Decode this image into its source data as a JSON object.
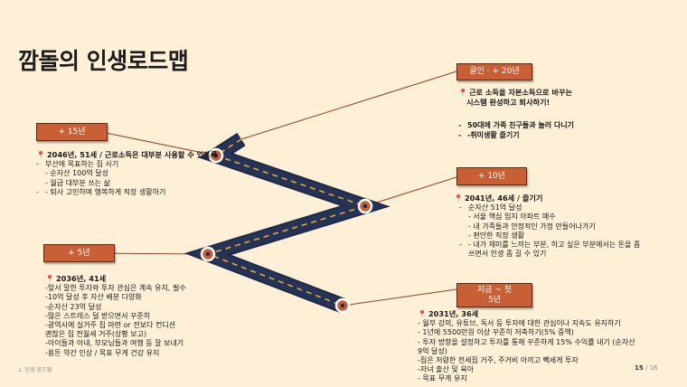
{
  "title": "깜돌의 인생로드맵",
  "colors": {
    "background": "#fdf0d6",
    "badge": "#c95f35",
    "road": "#1e2a4a",
    "road_dash": "#f0a52a",
    "connector": "#a13b27"
  },
  "badges": {
    "top_right": "골인 · + 20년",
    "left_top": "+ 15년",
    "right_mid": "+ 10년",
    "left_bottom": "+ 5년",
    "bottom_right_line1": "지금 ~ 첫",
    "bottom_right_line2": "5년"
  },
  "goal": {
    "head_line1": "근로 소득을 자본소득으로 바꾸는",
    "head_line2": "시스템 완성하고 퇴사하기!",
    "items": [
      "50대에 가족 친구들과 놀러 다니기",
      "-취미생활 즐기기"
    ]
  },
  "year15": {
    "head": "2046년, 51세 / 근로소득은 대부분 사용할 수 있도록",
    "items": [
      "부산에 목표하는 집 사기",
      "- 순자산 100억 달성",
      "- 월급 대부분 쓰는 삶",
      "- 퇴사 고민하며 행복하게 직장 생활하기"
    ]
  },
  "year10": {
    "head": "2041년, 46세 / 즐기기",
    "items": [
      "순자산 51억 달성",
      "- 서울 핵심 입지 아파트 매수",
      "- 내 가족들과 안정적인 가정 만들어나가기",
      "- 편안한 직장 생활",
      "- 내가 재미를 느끼는 부분, 하고 싶은 부분에서는 돈을 좀",
      "쓰면서 인생 좀 길 수 있기"
    ]
  },
  "year5": {
    "head": "2036년, 41세",
    "items": [
      "-앞서 말한 투자와 투자 관심은 계속 유지, 필수",
      "-10억 달성 후 자산 배분 다양화",
      "-순자산 23억 달성",
      "-많은 스트레스 덜 받으면서 꾸준히",
      "-광역시에 실거주 집 마련 or 전보다 컨디션",
      "괜찮은 집 전월세 거주(상황 보고)",
      "-아이들과 아내, 부모님들과 여행 등 잘 보내기",
      "-용돈 약간 인상 / 목표 무게 건강 유지"
    ]
  },
  "now": {
    "head": "2031년, 36세",
    "items": [
      "- 월부 강의, 유튜브, 독서 등 투자에 대한 관심이나 지속도 유지하기",
      "- 1년에 5500만원 이상 꾸준히 저축하기(5% 증액)",
      "- 투자 방향을 설정하고 투자를 통해 꾸준하게 15% 수익률 내기 (순자산",
      "9억 달성)",
      "-집은 저렴한 전세집 거주, 주거비 아끼고 빽세게 투자",
      "-자녀 출산 및 육아",
      "- 목표 무게 유지"
    ]
  },
  "footer": {
    "left": "1. 인생 로드맵",
    "page": "15",
    "total": "/ 16"
  }
}
